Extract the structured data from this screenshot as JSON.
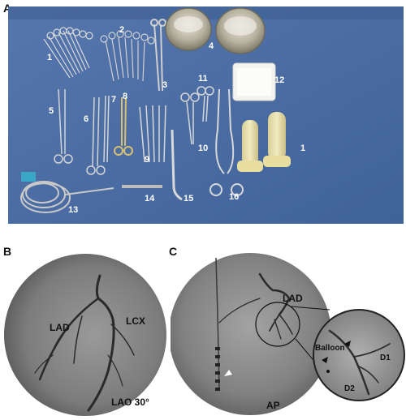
{
  "panels": {
    "a": {
      "letter": "A"
    },
    "b": {
      "letter": "B"
    },
    "c": {
      "letter": "C"
    }
  },
  "instrument_numbers": [
    "1",
    "2",
    "3",
    "4",
    "5",
    "6",
    "7",
    "8",
    "9",
    "10",
    "11",
    "12",
    "13",
    "14",
    "15",
    "16",
    "1"
  ],
  "panel_b": {
    "lad": "LAD",
    "lcx": "LCX",
    "view": "LAO 30°"
  },
  "panel_c": {
    "lad": "LAD",
    "view": "AP",
    "balloon": "Balloon",
    "d1": "D1",
    "d2": "D2"
  },
  "colors": {
    "drape": "#4a6fa5",
    "background": "#ffffff",
    "xray_bg": "#8e8e8e"
  }
}
